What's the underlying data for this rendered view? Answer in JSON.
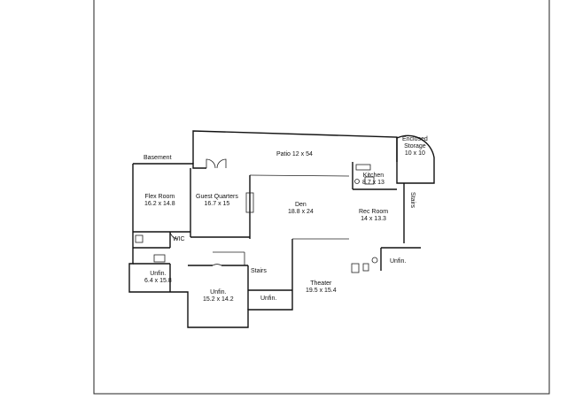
{
  "colors": {
    "line": "#111111",
    "background": "#ffffff"
  },
  "rooms": {
    "basement": {
      "name": "Basement"
    },
    "patio": {
      "name": "Patio 12 x 54"
    },
    "enclosed_storage": {
      "name": "Enclosed",
      "name2": "Storage",
      "dims": "10 x 10"
    },
    "kitchen": {
      "name": "Kitchen",
      "dims": "8.7 x 13"
    },
    "stairs_right": {
      "name": "Stairs"
    },
    "flex_room": {
      "name": "Flex Room",
      "dims": "16.2 x 14.8"
    },
    "guest_quarters": {
      "name": "Guest Quarters",
      "dims": "16.7 x 15"
    },
    "den": {
      "name": "Den",
      "dims": "18.8 x 24"
    },
    "rec_room": {
      "name": "Rec Room",
      "dims": "14 x 13.3"
    },
    "wic": {
      "name": "WIC"
    },
    "unfin_right": {
      "name": "Unfin."
    },
    "stairs_center": {
      "name": "Stairs"
    },
    "unfin_left": {
      "name": "Unfin.",
      "dims": "6.4 x 15.8"
    },
    "unfin_center": {
      "name": "Unfin.",
      "dims": "15.2 x 14.2"
    },
    "unfin_small": {
      "name": "Unfin."
    },
    "theater": {
      "name": "Theater",
      "dims": "19.5 x 15.4"
    }
  }
}
